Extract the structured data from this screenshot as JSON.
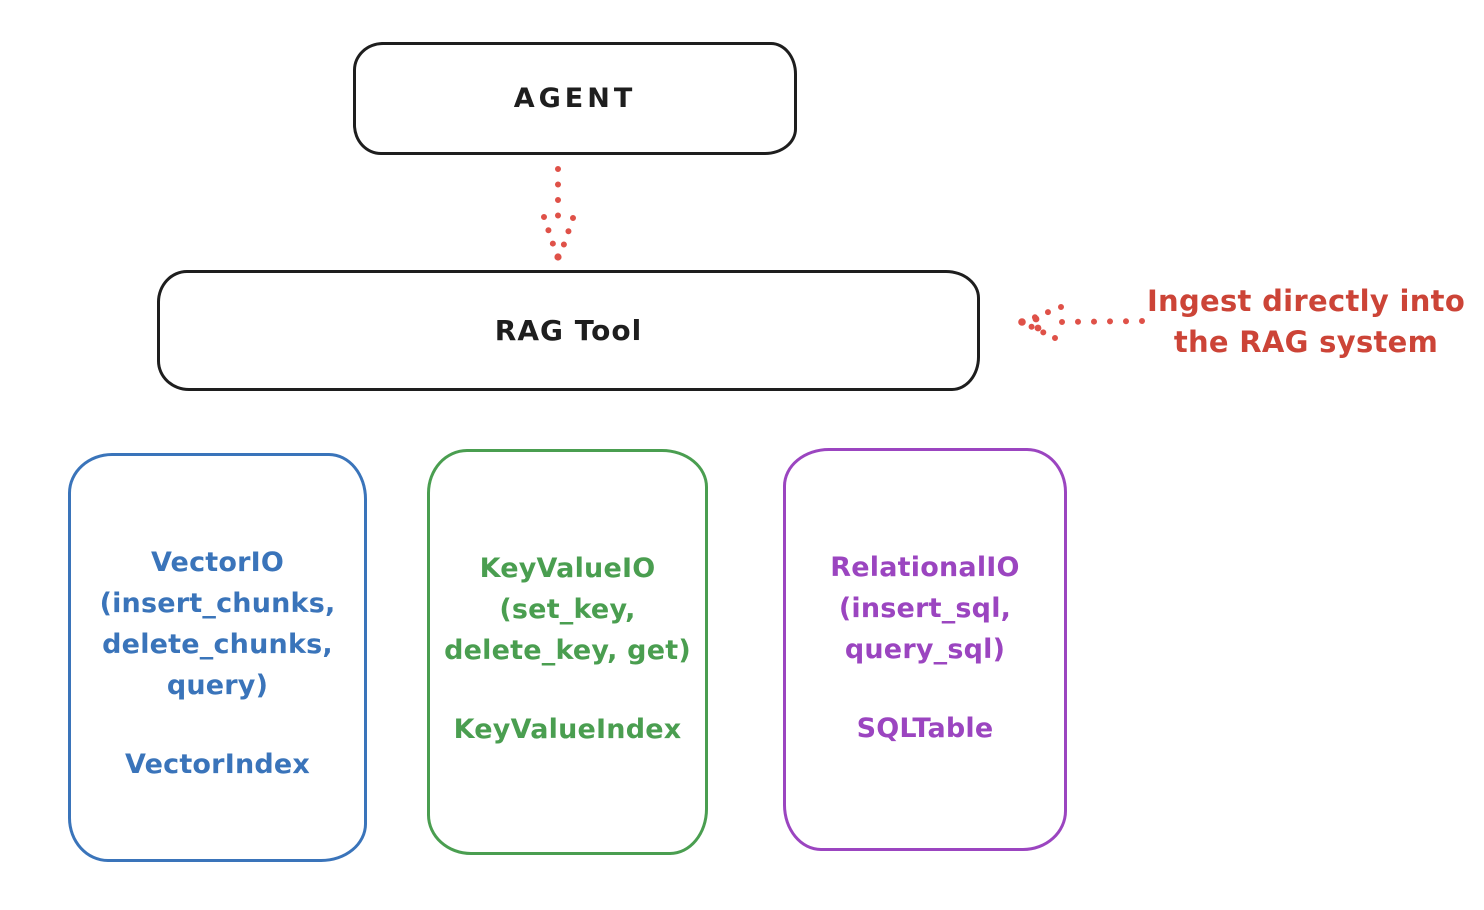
{
  "diagram": {
    "agent": {
      "label": "AGENT",
      "stroke_color": "#1e1e1e"
    },
    "rag_tool": {
      "label": "RAG Tool",
      "stroke_color": "#1e1e1e"
    },
    "annotation": {
      "line1": "Ingest directly into",
      "line2": "the RAG system",
      "color": "#cc4437"
    },
    "arrow_color": "#df5148",
    "backends": [
      {
        "id": "vector-io",
        "color": "#3a74ba",
        "lines": [
          "VectorIO",
          "(insert_chunks,",
          "delete_chunks,",
          "query)"
        ],
        "index_label": "VectorIndex"
      },
      {
        "id": "keyvalue-io",
        "color": "#4a9e50",
        "lines": [
          "KeyValueIO",
          "(set_key,",
          "delete_key, get)"
        ],
        "index_label": "KeyValueIndex"
      },
      {
        "id": "relational-io",
        "color": "#9b45c0",
        "lines": [
          "RelationalIO",
          "(insert_sql,",
          "query_sql)"
        ],
        "index_label": "SQLTable"
      }
    ]
  }
}
